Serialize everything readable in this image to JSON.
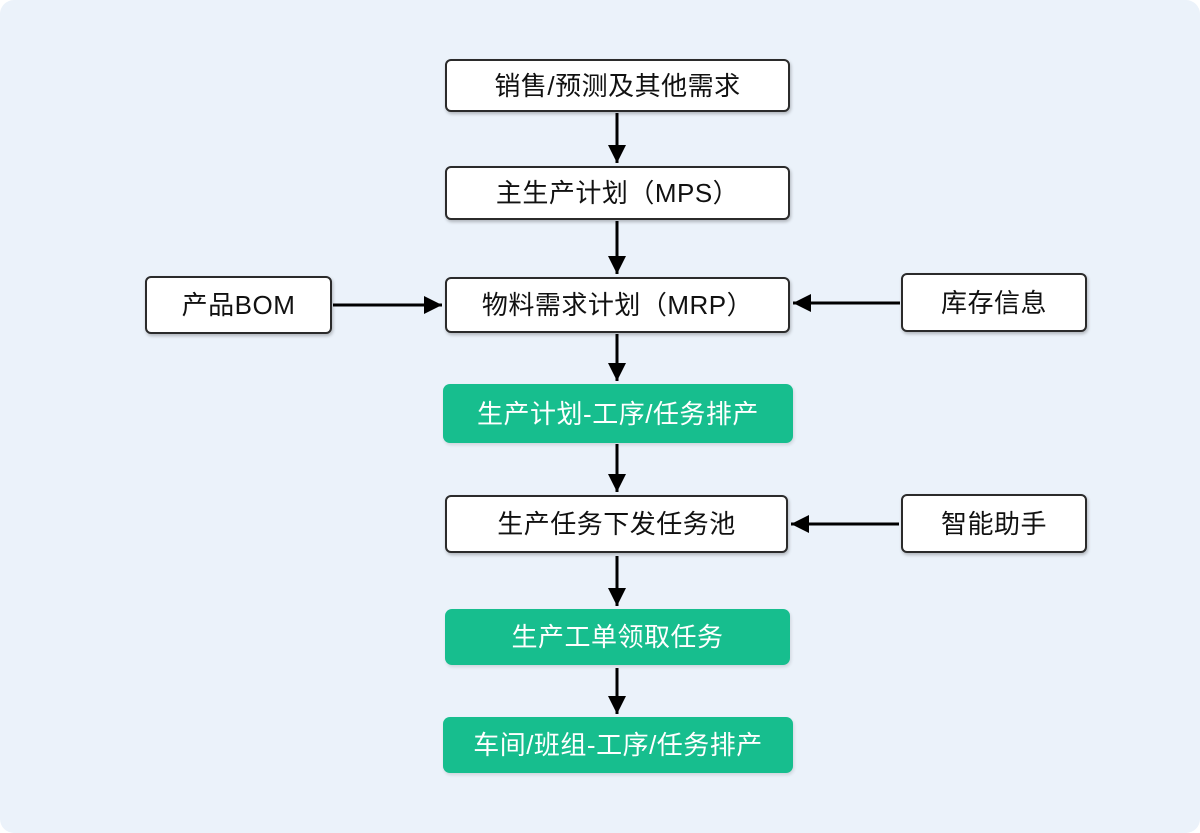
{
  "canvas": {
    "background": "#EBF2FA"
  },
  "colors": {
    "node_fill_white": "#FFFFFF",
    "node_fill_green": "#17BE8E",
    "node_border": "#2B2B2B",
    "text_dark": "#111111",
    "text_light": "#FFFFFF",
    "arrow": "#000000"
  },
  "nodes": {
    "sales": {
      "label": "销售/预测及其他需求",
      "style": "white"
    },
    "mps": {
      "label": "主生产计划（MPS）",
      "style": "white"
    },
    "bom": {
      "label": "产品BOM",
      "style": "white"
    },
    "mrp": {
      "label": "物料需求计划（MRP）",
      "style": "white"
    },
    "inventory": {
      "label": "库存信息",
      "style": "white"
    },
    "plan_scheduling": {
      "label": "生产计划-工序/任务排产",
      "style": "green"
    },
    "task_pool": {
      "label": "生产任务下发任务池",
      "style": "white"
    },
    "assistant": {
      "label": "智能助手",
      "style": "white"
    },
    "work_order": {
      "label": "生产工单领取任务",
      "style": "green"
    },
    "workshop_scheduling": {
      "label": "车间/班组-工序/任务排产",
      "style": "green"
    }
  },
  "edges": [
    {
      "from": "sales",
      "to": "mps"
    },
    {
      "from": "mps",
      "to": "mrp"
    },
    {
      "from": "bom",
      "to": "mrp"
    },
    {
      "from": "inventory",
      "to": "mrp"
    },
    {
      "from": "mrp",
      "to": "plan_scheduling"
    },
    {
      "from": "plan_scheduling",
      "to": "task_pool"
    },
    {
      "from": "assistant",
      "to": "task_pool"
    },
    {
      "from": "task_pool",
      "to": "work_order"
    },
    {
      "from": "work_order",
      "to": "workshop_scheduling"
    }
  ]
}
